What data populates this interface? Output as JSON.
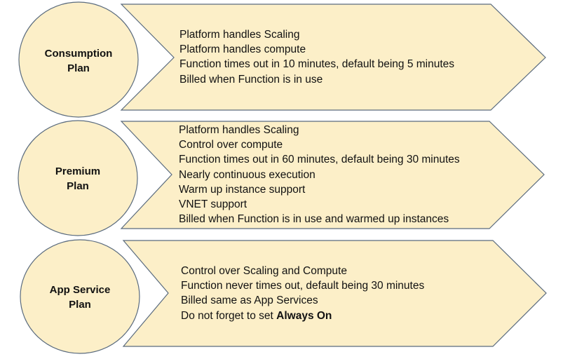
{
  "colors": {
    "fill": "#FCEFC8",
    "stroke": "#5A6B7E",
    "text": "#111111"
  },
  "plans": [
    {
      "name_line1": "Consumption",
      "name_line2": "Plan",
      "features": [
        "Platform handles Scaling",
        "Platform handles compute",
        "Function times out in 10 minutes, default being 5 minutes",
        "Billed when Function is in use"
      ]
    },
    {
      "name_line1": "Premium",
      "name_line2": "Plan",
      "features": [
        "Platform handles Scaling",
        "Control over compute",
        "Function times out in 60 minutes, default being 30 minutes",
        "Nearly continuous execution",
        "Warm up instance support",
        "VNET support",
        "Billed when Function is in use and warmed up instances"
      ]
    },
    {
      "name_line1": "App Service",
      "name_line2": "Plan",
      "features": [
        "Control over Scaling and Compute",
        "Function never times out, default being 30 minutes",
        "Billed same as App Services"
      ],
      "last_feature_prefix": "Do not forget to set ",
      "last_feature_bold": "Always On"
    }
  ]
}
